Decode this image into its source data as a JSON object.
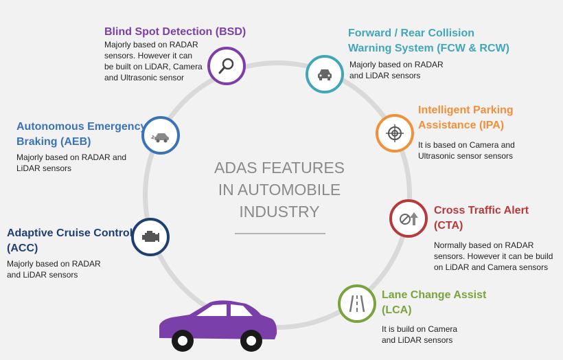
{
  "center": {
    "title": "ADAS FEATURES\nIN AUTOMOBILE\nINDUSTRY"
  },
  "features": {
    "bsd": {
      "title": "Blind Spot Detection (BSD)",
      "desc": "Majorly based on RADAR\nsensors. However it can\nbe built on LiDAR, Camera\nand Ultrasonic sensor",
      "color": "#7b3fa6",
      "icon": "magnifier-icon"
    },
    "fcw": {
      "title": "Forward / Rear Collision\nWarning System (FCW & RCW)",
      "desc": "Majorly based on RADAR\nand LiDAR sensors",
      "color": "#41a7b8",
      "icon": "car-front-icon"
    },
    "ipa": {
      "title": "Intelligent Parking\nAssistance (IPA)",
      "desc": "It is based on Camera and\nUltrasonic sensor sensors",
      "color": "#f0903a",
      "icon": "crosshair-icon"
    },
    "cta": {
      "title": "Cross Traffic Alert\n(CTA)",
      "desc": "Normally based on RADAR\nsensors. However it can be build\non LiDAR and Camera sensors",
      "color": "#b63a3a",
      "icon": "no-entry-arrow-icon"
    },
    "lca": {
      "title": "Lane Change Assist\n(LCA)",
      "desc": "It is build on Camera\nand LiDAR sensors",
      "color": "#7aa33e",
      "icon": "road-lanes-icon"
    },
    "acc": {
      "title": "Adaptive Cruise Control\n(ACC)",
      "desc": "Majorly based on RADAR\nand LiDAR sensors",
      "color": "#1f3f73",
      "icon": "engine-icon"
    },
    "aeb": {
      "title": "Autonomous Emergency\nBraking (AEB)",
      "desc": "Majorly based on RADAR and\nLiDAR sensors",
      "color": "#3b73b6",
      "icon": "car-crash-icon"
    }
  },
  "car": {
    "color": "#7a3fa8",
    "icon": "sedan-car-icon"
  }
}
